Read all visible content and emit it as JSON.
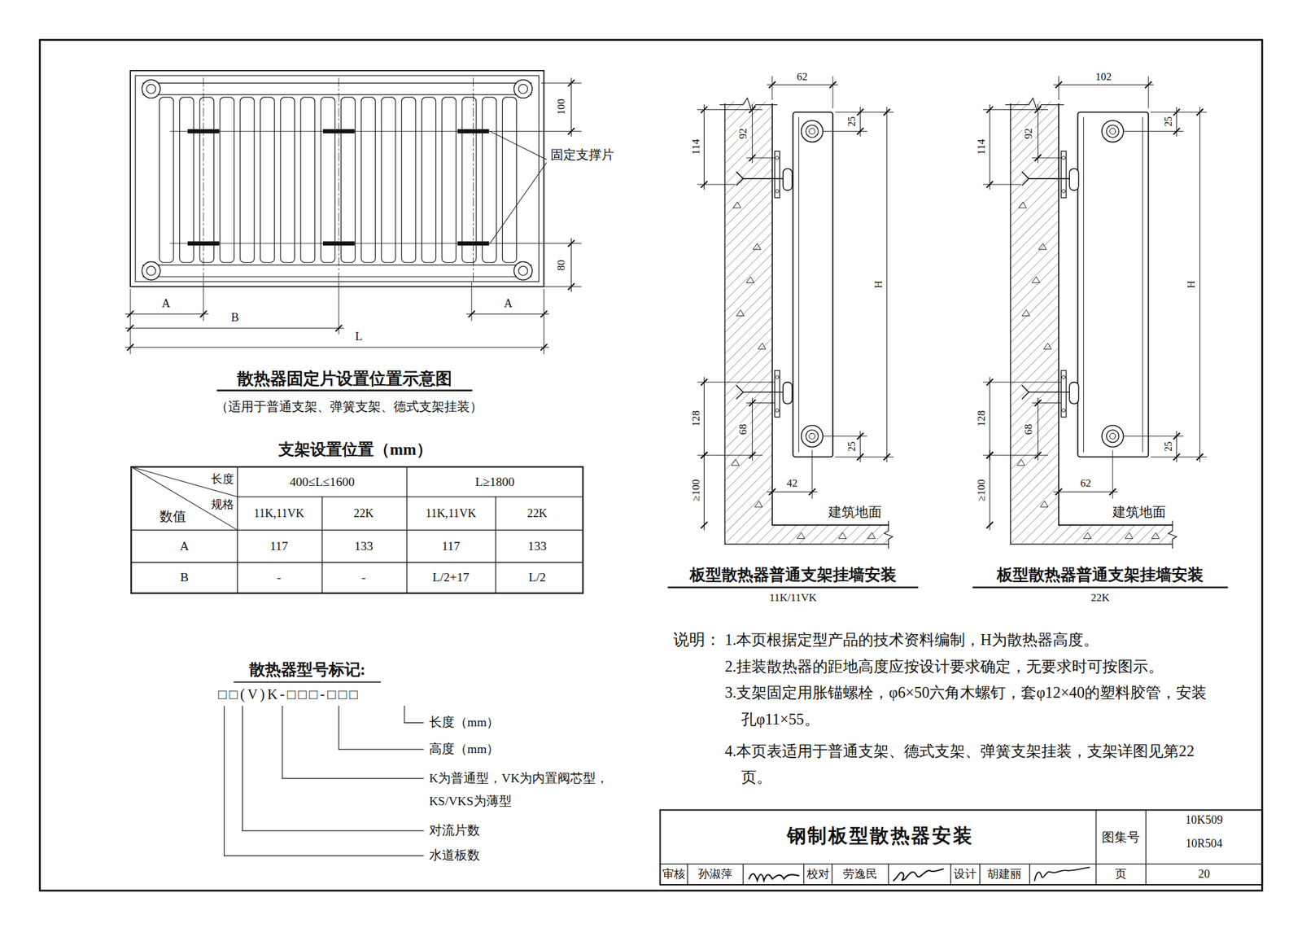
{
  "diagram": {
    "title": "钢制板型散热器安装",
    "labels": [
      "100",
      "80",
      "固定支撑片",
      "A",
      "B",
      "L",
      "A",
      "散热器固定片设置位置示意图",
      "（适用于普通支架、弹簧支架、德式支架挂装）",
      "支架设置位置（mm）",
      "长度",
      "规格",
      "数值",
      "400≤L≤1600",
      "L≥1800",
      "11K,11VK",
      "22K",
      "11K,11VK",
      "22K",
      "A",
      "117",
      "133",
      "117",
      "133",
      "B",
      "-",
      "-",
      "L/2+17",
      "L/2",
      "散热器型号标记:",
      "□□(V)K-□□□-□□□",
      "长度（mm）",
      "高度（mm）",
      "K为普通型，VK为内置阀芯型，KS/VKS为薄型",
      "对流片数",
      "水道板数",
      "62",
      "114",
      "92",
      "25",
      "H",
      "128",
      "68",
      "25",
      "≥100",
      "42",
      "建筑地面",
      "板型散热器普通支架挂墙安装",
      "11K/11VK",
      "102",
      "114",
      "92",
      "25",
      "H",
      "128",
      "68",
      "25",
      "≥100",
      "62",
      "建筑地面",
      "板型散热器普通支架挂墙安装",
      "22K",
      "说明：",
      "1.本页根据定型产品的技术资料编制，H为散热器高度。",
      "2.挂装散热器的距地高度应按设计要求确定，无要求时可按图示。",
      "3.支架固定用胀锚螺栓，φ6×50六角木螺钉，套φ12×40的塑料胶管，安装孔φ11×55。",
      "4.本页表适用于普通支架、德式支架、弹簧支架挂装，支架详图见第22页。",
      "图集号",
      "10K509",
      "10R504",
      "审核",
      "孙淑萍",
      "校对",
      "劳逸民",
      "设计",
      "胡建丽",
      "页",
      "20"
    ]
  }
}
